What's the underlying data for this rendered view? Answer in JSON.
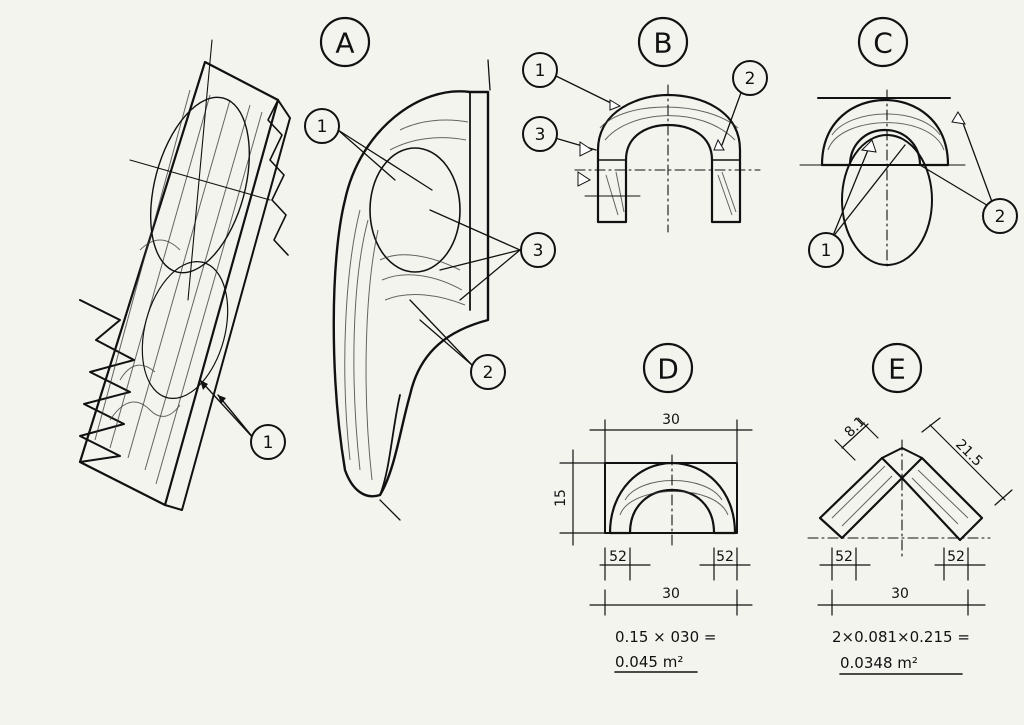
{
  "labels": {
    "A": "A",
    "B": "B",
    "C": "C",
    "D": "D",
    "E": "E"
  },
  "callouts": {
    "one": "1",
    "two": "2",
    "three": "3"
  },
  "dimensions": {
    "d_width_top": "30",
    "d_height": "15",
    "d_left_gap": "52",
    "d_right_gap": "52",
    "d_width_bottom": "30",
    "e_thickness": "8.1",
    "e_length": "21.5",
    "e_left_gap": "52",
    "e_right_gap": "52",
    "e_width_bottom": "30"
  },
  "formulas": {
    "d_line1": "0.15 × 030 =",
    "d_line2": "0.045 m²",
    "e_line1": "2×0.081×0.215 =",
    "e_line2": "0.0348 m²"
  }
}
